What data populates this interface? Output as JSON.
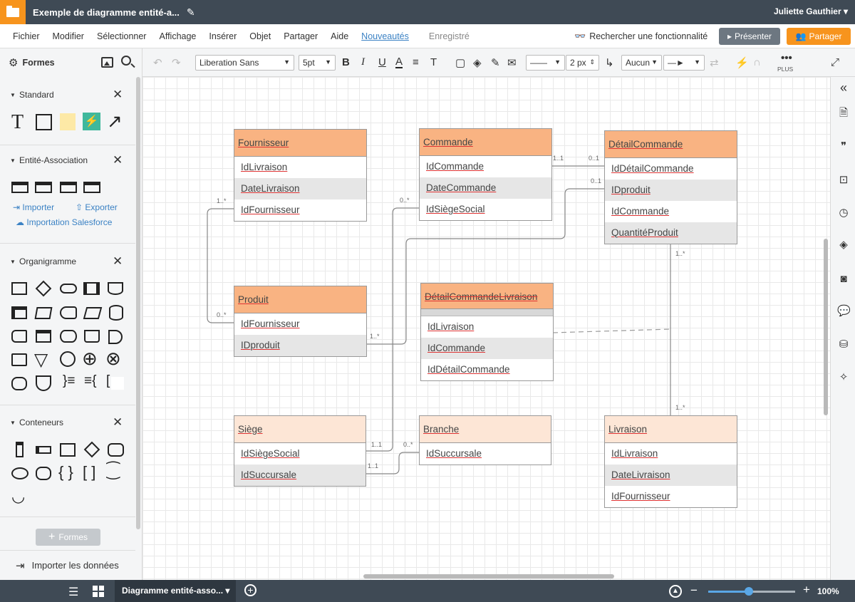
{
  "titlebar": {
    "doc_title": "Exemple de diagramme entité-a...",
    "user": "Juliette Gauthier ▾"
  },
  "menu": {
    "items": [
      "Fichier",
      "Modifier",
      "Sélectionner",
      "Affichage",
      "Insérer",
      "Objet",
      "Partager",
      "Aide"
    ],
    "new_label": "Nouveautés",
    "saved_label": "Enregistré",
    "search_feature": "Rechercher une fonctionnalité",
    "present_label": "Présenter",
    "share_label": "Partager"
  },
  "toolbar": {
    "shapes_label": "Formes",
    "font_family": "Liberation Sans",
    "font_size": "5pt",
    "line_width": "2 px",
    "arrow_start": "Aucun",
    "more_label": "PLUS"
  },
  "leftpanel": {
    "sections": [
      "Standard",
      "Entité-Association",
      "Organigramme",
      "Conteneurs"
    ],
    "import_label": "Importer",
    "export_label": "Exporter",
    "salesforce_label": "Importation Salesforce",
    "add_shapes_label": "Formes",
    "import_data_label": "Importer les données"
  },
  "entities": {
    "fournisseur": {
      "title": "Fournisseur",
      "rows": [
        "IdLivraison",
        "DateLivraison",
        "IdFournisseur"
      ]
    },
    "commande": {
      "title": "Commande",
      "rows": [
        "IdCommande",
        "DateCommande",
        "IdSiègeSocial"
      ]
    },
    "detailcommande": {
      "title": "DétailCommande",
      "rows": [
        "IdDétailCommande",
        "IDproduit",
        "IdCommande",
        "QuantitéProduit"
      ]
    },
    "produit": {
      "title": "Produit",
      "rows": [
        "IdFournisseur",
        "IDproduit"
      ]
    },
    "detaillivraison": {
      "title": "DétailCommandeLivraison",
      "rows": [
        "IdLivraison",
        "IdCommande",
        "IdDétailCommande"
      ]
    },
    "siege": {
      "title": "Siège",
      "rows": [
        "IdSiègeSocial",
        "IdSuccursale"
      ]
    },
    "branche": {
      "title": "Branche",
      "rows": [
        "IdSuccursale"
      ]
    },
    "livraison": {
      "title": "Livraison",
      "rows": [
        "IdLivraison",
        "DateLivraison",
        "IdFournisseur"
      ]
    }
  },
  "cardinalities": {
    "c1": "1..*",
    "c2": "0..*",
    "c3": "0..*",
    "c4": "1..1",
    "c5": "0..1",
    "c6": "0..1",
    "c7": "1..*",
    "c8": "1..*",
    "c9": "1..*",
    "c10": "1..1",
    "c11": "0..*",
    "c12": "1..1"
  },
  "bottombar": {
    "page_tab": "Diagramme entité-asso... ▾",
    "zoom_value": "100%",
    "zoom_fraction": 0.47
  },
  "colors": {
    "brand_orange": "#f7941d",
    "header_orange": "#f9b382",
    "header_light": "#fde6d6",
    "accent_blue": "#3b82c4"
  }
}
